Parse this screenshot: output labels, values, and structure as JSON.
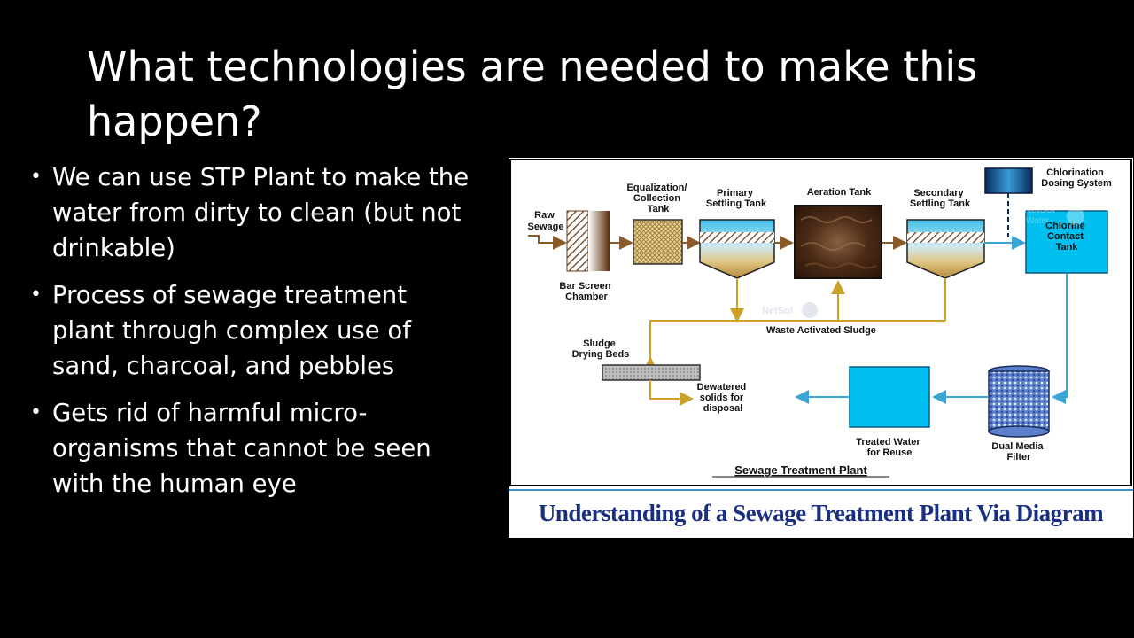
{
  "slide": {
    "title": "What technologies are needed to make this happen?",
    "bullets": [
      "We can use STP Plant to make the water from dirty to clean (but not drinkable)",
      "Process of sewage treatment plant through complex use of sand, charcoal, and pebbles",
      "Gets rid of harmful micro-organisms that cannot be seen with the human eye"
    ],
    "bullet_glyph": "•"
  },
  "diagram": {
    "caption": "Understanding of a Sewage Treatment Plant Via Diagram",
    "plant_title": "Sewage Treatment Plant",
    "labels": {
      "raw_sewage": [
        "Raw",
        "Sewage"
      ],
      "bar_screen": [
        "Bar Screen",
        "Chamber"
      ],
      "equalization": [
        "Equalization/",
        "Collection",
        "Tank"
      ],
      "primary": [
        "Primary",
        "Settling Tank"
      ],
      "aeration": "Aeration Tank",
      "secondary": [
        "Secondary",
        "Settling Tank"
      ],
      "chlorination": [
        "Chlorination",
        "Dosing System"
      ],
      "chlorine_contact": [
        "Chlorine",
        "Contact",
        "Tank"
      ],
      "waste_sludge": "Waste Activated Sludge",
      "sludge_beds": [
        "Sludge",
        "Drying Beds"
      ],
      "dewatered": [
        "Dewatered",
        "solids for",
        "disposal"
      ],
      "treated_water": [
        "Treated Water",
        "for Reuse"
      ],
      "dual_media": [
        "Dual Media",
        "Filter"
      ]
    },
    "watermark": [
      "NetSol",
      "Water"
    ],
    "colors": {
      "flow_brown": "#8a5a2a",
      "sludge_gold": "#c9a227",
      "water_blue": "#18bfe8",
      "tank_blue": "#00c0f0",
      "line_blue": "#3aa6d8",
      "caption_navy": "#1a2f80"
    }
  }
}
